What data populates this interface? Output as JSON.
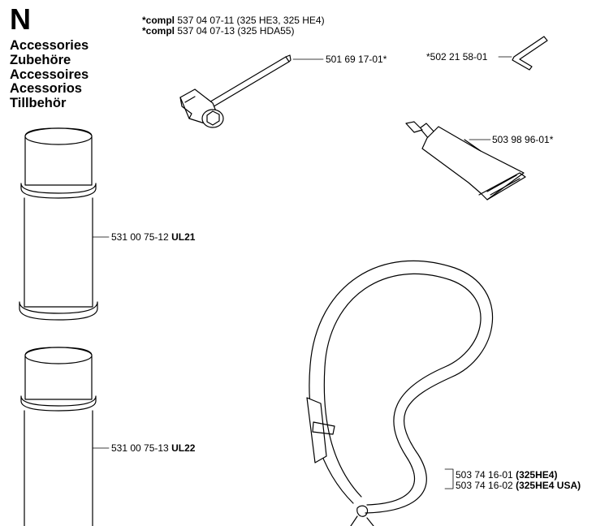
{
  "section": {
    "letter": "N"
  },
  "titles": [
    "Accessories",
    "Zubehöre",
    "Accessoires",
    "Acessorios",
    "Tillbehör"
  ],
  "compl_lines": [
    {
      "prefix": "*compl",
      "text": "537 04 07-11 (325 HE3, 325 HE4)"
    },
    {
      "prefix": "*compl",
      "text": "537 04 07-13 (325 HDA55)"
    }
  ],
  "parts": {
    "wrench": {
      "number": "501 69 17-01*"
    },
    "hex_key": {
      "number": "*502 21 58-01"
    },
    "grease_tube": {
      "number": "503 98 96-01*"
    },
    "spray_can_1": {
      "number": "531 00 75-12",
      "code": "UL21"
    },
    "spray_can_2": {
      "number": "531 00 75-13",
      "code": "UL22"
    },
    "harness": [
      {
        "number": "503 74 16-01",
        "model": "(325HE4)"
      },
      {
        "number": "503 74 16-02",
        "model": "(325HE4 USA)"
      }
    ]
  }
}
